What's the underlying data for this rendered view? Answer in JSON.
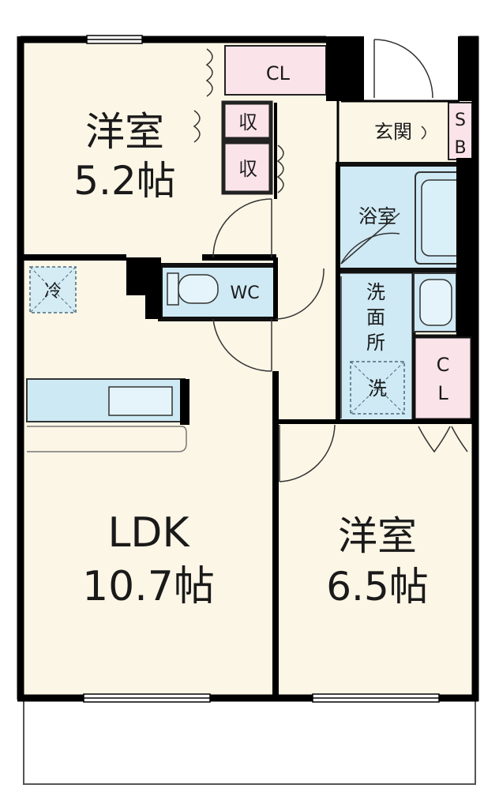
{
  "rooms": {
    "western_room_a": {
      "name": "洋室",
      "size": "5.2帖"
    },
    "western_room_b": {
      "name": "洋室",
      "size": "6.5帖"
    },
    "ldk": {
      "name": "LDK",
      "size": "10.7帖"
    }
  },
  "labels": {
    "closet_top": "CL",
    "storage_1": "収",
    "storage_2": "収",
    "entrance": "玄関",
    "shoe_box_1": "S",
    "shoe_box_2": "B",
    "bathroom": "浴室",
    "toilet": "WC",
    "refrigerator": "冷",
    "washroom_1": "洗",
    "washroom_2": "面",
    "washroom_3": "所",
    "washer": "洗",
    "closet_right_1": "C",
    "closet_right_2": "L"
  },
  "colors": {
    "floor": "#fcf6e6",
    "wall": "#000000",
    "closet_pink": "#fbe3ea",
    "water_blue": "#cfeaf5",
    "kitchen_blue": "#cde9f4"
  }
}
